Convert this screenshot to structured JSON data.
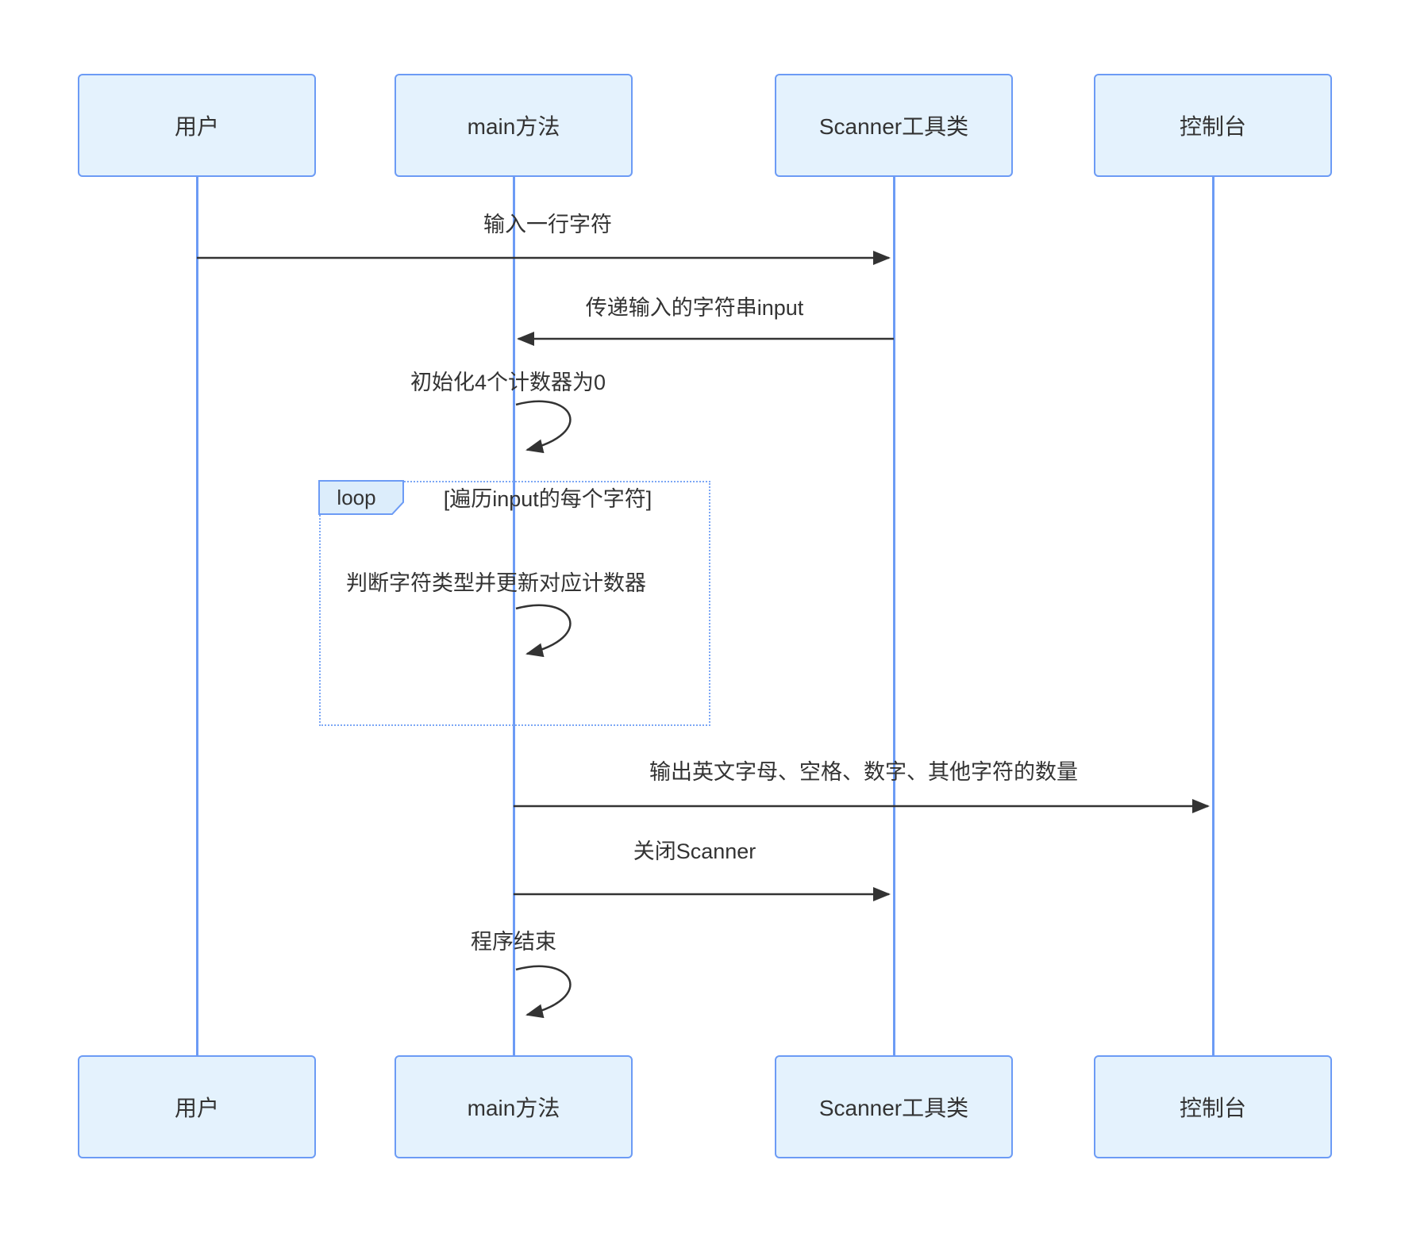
{
  "diagram": {
    "type": "sequence-diagram",
    "participants": [
      {
        "id": "user",
        "label": "用户"
      },
      {
        "id": "main",
        "label": "main方法"
      },
      {
        "id": "scanner",
        "label": "Scanner工具类"
      },
      {
        "id": "console",
        "label": "控制台"
      }
    ],
    "messages": [
      {
        "from": "用户",
        "to": "Scanner工具类",
        "label": "输入一行字符",
        "type": "solid-arrow"
      },
      {
        "from": "Scanner工具类",
        "to": "main方法",
        "label": "传递输入的字符串input",
        "type": "solid-arrow"
      },
      {
        "from": "main方法",
        "to": "main方法",
        "label": "初始化4个计数器为0",
        "type": "self-loop"
      },
      {
        "from": "main方法",
        "to": "控制台",
        "label": "输出英文字母、空格、数字、其他字符的数量",
        "type": "solid-arrow"
      },
      {
        "from": "main方法",
        "to": "Scanner工具类",
        "label": "关闭Scanner",
        "type": "solid-arrow"
      },
      {
        "from": "main方法",
        "to": "main方法",
        "label": "程序结束",
        "type": "self-loop"
      }
    ],
    "loop": {
      "label": "loop",
      "condition": "[遍历input的每个字符]",
      "messages": [
        {
          "from": "main方法",
          "to": "main方法",
          "label": "判断字符类型并更新对应计数器",
          "type": "self-loop"
        }
      ]
    },
    "colors": {
      "background": "#ffffff",
      "actor_fill": "#e4f2fd",
      "actor_border": "#6c9bf5",
      "lifeline": "#6c9bf5",
      "loop_border": "#7ca7f5",
      "loop_label_fill": "#dcedfb",
      "message_line": "#333333",
      "text": "#333333"
    }
  }
}
